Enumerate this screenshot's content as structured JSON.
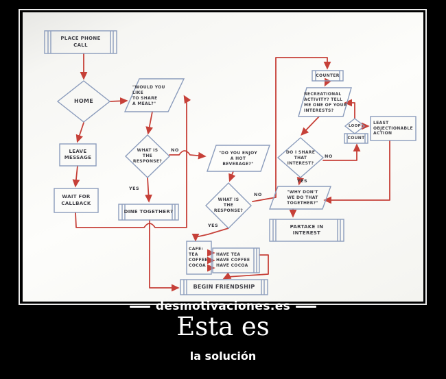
{
  "poster": {
    "watermark": "desmotivaciones.es",
    "title": "Esta es",
    "subtitle": "la solución"
  },
  "colors": {
    "background": "#000000",
    "frame_white": "#ededed",
    "arrow_red": "#c23128",
    "node_ink": "#8b9cbc",
    "text_ink": "#3f3f46",
    "title_white": "#ffffff"
  },
  "flowchart": {
    "description": "hand-drawn friendship algorithm flowchart, red arrows, blue-ink nodes",
    "nodes": {
      "place_phone_call": "PLACE PHONE\nCALL",
      "home": "HOME",
      "leave_message": "LEAVE\nMESSAGE",
      "wait_for_callback": "WAIT FOR\nCALLBACK",
      "share_meal": "\"WOULD YOU\nLIKE\nTO SHARE\nA MEAL?\"",
      "response_1": "WHAT IS\nTHE\nRESPONSE?",
      "dine_together": "DINE TOGETHER?",
      "hot_beverage": "\"DO YOU ENJOY\nA HOT\nBEVERAGE?\"",
      "response_2": "WHAT IS\nTHE\nRESPONSE?",
      "cafe": "CAFE:\nTEA\nCOFFEE\nCOCOA",
      "have": "HAVE TEA\nHAVE COFFEE\nHAVE COCOA",
      "begin_friendship": "BEGIN FRIENDSHIP",
      "counter": "COUNTER",
      "recreational": "RECREATIONAL\nACTIVITY? TELL\nME ONE OF YOUR\nINTERESTS?",
      "loop": "LOOP",
      "count": "COUNT",
      "least_objectionable": "LEAST\nOBJECTIONABLE\nACTION",
      "do_i_share": "DO I SHARE\nTHAT\nINTEREST?",
      "why_dont": "\"WHY DON'T\nWE DO THAT\nTOGETHER?\"",
      "partake": "PARTAKE IN\nINTEREST"
    },
    "edge_labels": {
      "no_1": "NO",
      "yes_1": "YES",
      "no_2": "NO",
      "yes_2": "YES",
      "no_3": "NO",
      "yes_3": "YES"
    }
  }
}
